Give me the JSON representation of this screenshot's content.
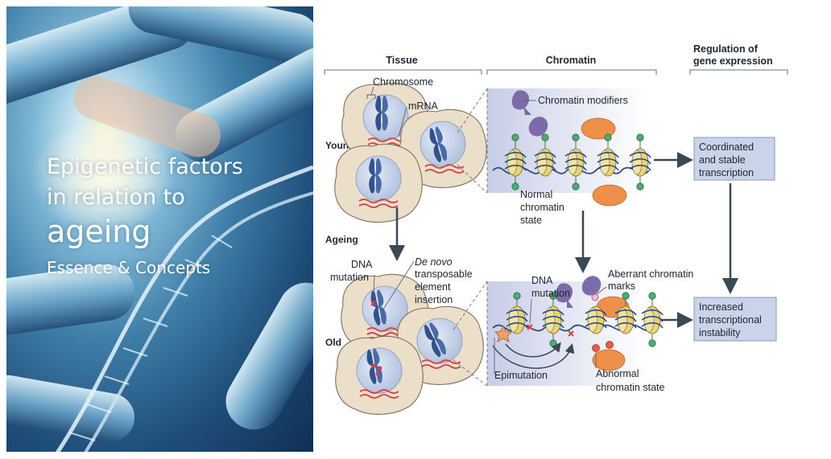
{
  "left_panel": {
    "title_line1": "Epigenetic factors",
    "title_line2": "in relation to",
    "title_line3": "ageing",
    "subtitle": "Essence & Concepts"
  },
  "diagram": {
    "headers": {
      "tissue": "Tissue",
      "chromatin": "Chromatin",
      "regulation_line1": "Regulation of",
      "regulation_line2": "gene expression"
    },
    "row_labels": {
      "young": "Young",
      "ageing": "Ageing",
      "old": "Old"
    },
    "young": {
      "chromosome": "Chromosome",
      "mrna": "mRNA",
      "chromatin_modifiers": "Chromatin modifiers",
      "normal_state_line1": "Normal",
      "normal_state_line2": "chromatin",
      "normal_state_line3": "state",
      "outcome_line1": "Coordinated",
      "outcome_line2": "and stable",
      "outcome_line3": "transcription"
    },
    "old": {
      "dna_mutation_cell_line1": "DNA",
      "dna_mutation_cell_line2": "mutation",
      "de_novo": "De novo",
      "transposable": "transposable",
      "element": "element",
      "insertion": "insertion",
      "dna_mutation_chromatin_line1": "DNA",
      "dna_mutation_chromatin_line2": "mutation",
      "aberrant_line1": "Aberrant chromatin",
      "aberrant_line2": "marks",
      "epimutation": "Epimutation",
      "abnormal_line1": "Abnormal",
      "abnormal_line2": "chromatin state",
      "outcome_line1": "Increased",
      "outcome_line2": "transcriptional",
      "outcome_line3": "instability"
    }
  },
  "colors": {
    "cell_fill": "#ecdfca",
    "nucleus_fill": "#c9d6ea",
    "chromosome": "#34518c",
    "mrna": "#d2424a",
    "modifier_purple": "#7d6aa9",
    "modifier_orange": "#ee8f4a",
    "nucleosome_yellow": "#ecd277",
    "mark_green": "#4dab73",
    "outcome_box": "#c9d3ea",
    "arrow": "#3a4852"
  }
}
